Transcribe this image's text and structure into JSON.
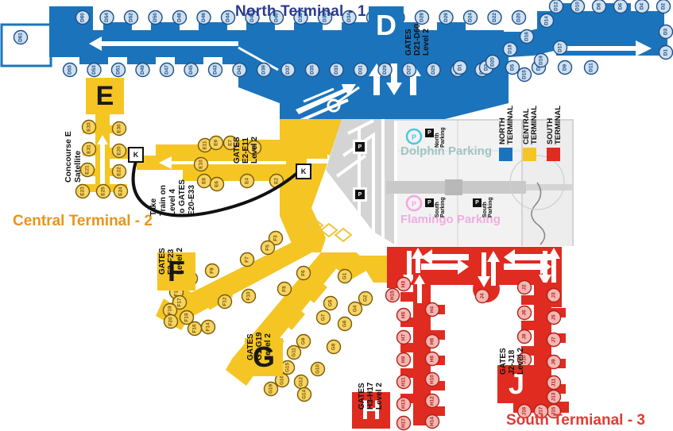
{
  "titles": {
    "north": "North Terminal - 1",
    "central": "Central Terminal - 2",
    "south": "South Termianal - 3"
  },
  "concourse_badges": [
    {
      "letter": "D",
      "gates": "GATES\nD21-D60\nLevel 2",
      "gates_line1": "GATES",
      "gates_line2": "D21-D60",
      "gates_line3": "Level 2",
      "color": "#1b74bb"
    },
    {
      "letter": "E",
      "gates_line1": "GATES",
      "gates_line2": "E2-E11",
      "gates_line3": "Level 2",
      "color": "#f5c524"
    },
    {
      "letter": "F",
      "gates_line1": "GATES",
      "gates_line2": "F3-F23",
      "gates_line3": "Level 2",
      "color": "#f5c524"
    },
    {
      "letter": "G",
      "gates_line1": "GATES",
      "gates_line2": "G1-G19",
      "gates_line3": "Level 2",
      "color": "#f5c524"
    },
    {
      "letter": "H",
      "gates_line1": "GATES",
      "gates_line2": "H3-H17",
      "gates_line3": "Level 2",
      "color": "#e02b20"
    },
    {
      "letter": "J",
      "gates_line1": "GATES",
      "gates_line2": "J2-J18",
      "gates_line3": "Level 2",
      "color": "#e02b20"
    }
  ],
  "legend": {
    "items": [
      {
        "label_line1": "NORTH",
        "label_line2": "TERMINAL",
        "color": "#1b74bb"
      },
      {
        "label_line1": "CENTRAL",
        "label_line2": "TERMINAL",
        "color": "#f5c524"
      },
      {
        "label_line1": "SOUTH",
        "label_line2": "TERMINAL",
        "color": "#e02b20"
      }
    ]
  },
  "parking": {
    "dolphin": "Dolphin Parking",
    "flamingo": "Flamingo Parking",
    "north_label": "North\nParking",
    "south_label": "South\nParking",
    "signs": [
      {
        "name": "north-parking-sign",
        "text": "North Parking"
      },
      {
        "name": "south-parking-sign-west",
        "text": "South Parking"
      },
      {
        "name": "south-parking-sign-east",
        "text": "South Parking"
      }
    ]
  },
  "notes": {
    "concourse_e_satellite_l1": "Concourse E",
    "concourse_e_satellite_l2": "Satellite",
    "train_note_l1": "Take",
    "train_note_l2": "Train on",
    "train_note_l3": "Level 4",
    "train_note_l4": "to GATES",
    "train_note_l5": "E20-E33",
    "k_marker": "K"
  },
  "gates": {
    "d_top": [
      "D60",
      "D54",
      "D52",
      "D50",
      "D48",
      "D46",
      "D44",
      "D42",
      "D40",
      "D38",
      "D36",
      "D34",
      "D32",
      "D30",
      "D28",
      "D26",
      "D24",
      "D22",
      "D20"
    ],
    "d_bottom": [
      "D55",
      "D53",
      "D51",
      "D49",
      "D47",
      "D45",
      "D43",
      "D41",
      "D39",
      "D37",
      "D35",
      "D33",
      "D31",
      "D29",
      "D27",
      "D25",
      "D23",
      "D21"
    ],
    "d_right_top": [
      "D12",
      "D10",
      "D8",
      "D6",
      "D4",
      "D2"
    ],
    "d_right_bottom": [
      "D11",
      "D9",
      "D7",
      "D5",
      "D3",
      "D1"
    ],
    "d_diagonal": [
      "D19",
      "D17",
      "D16",
      "D15",
      "D14",
      "D18"
    ],
    "e_satellite": [
      "E33",
      "E31",
      "E21",
      "E23",
      "E25",
      "E24",
      "E22",
      "E20",
      "E30"
    ],
    "e_main_top": [
      "E11",
      "E9",
      "E7",
      "E5"
    ],
    "e_main_bottom": [
      "E8",
      "E6",
      "E4",
      "E2",
      "E10"
    ],
    "f": [
      "F3",
      "F5",
      "F7",
      "F9",
      "F11",
      "F15",
      "F17",
      "F19",
      "F20",
      "F18",
      "F16",
      "F14",
      "F12",
      "F10",
      "F8",
      "F6"
    ],
    "g": [
      "G1",
      "G2",
      "G4",
      "G5",
      "G6",
      "G7",
      "G8",
      "G9",
      "G10",
      "G11",
      "G12",
      "G14",
      "G15",
      "G16",
      "G19"
    ],
    "h": [
      "H3",
      "H4",
      "H5",
      "H6",
      "H7",
      "H8",
      "H9",
      "H10",
      "H11",
      "H12",
      "H13",
      "H14",
      "H15",
      "H16",
      "H17"
    ],
    "j": [
      "J2",
      "J3",
      "J4",
      "J5",
      "J6",
      "J7",
      "J8",
      "J9",
      "J10",
      "J11",
      "J12",
      "J13",
      "J14",
      "J15",
      "J16",
      "J17",
      "J18"
    ]
  },
  "colors": {
    "north": "#1b74bb",
    "central": "#f5c524",
    "south": "#e02b20",
    "terminal_building": "#e8e8e8",
    "roadway": "#ffffff",
    "apron": "#d4d4d4",
    "north_title": "#2b3a8f",
    "central_title": "#e8941e",
    "south_title": "#e23b33"
  }
}
